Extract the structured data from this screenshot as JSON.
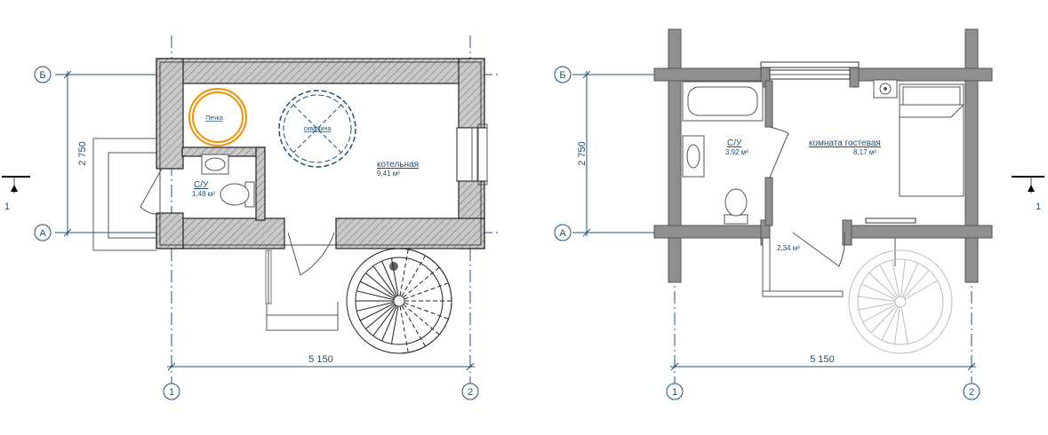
{
  "plans": [
    {
      "axes": {
        "top_letter": "Б",
        "bottom_letter": "А",
        "left_number": "1",
        "right_number": "2"
      },
      "dim_horizontal": "5 150",
      "dim_vertical": "2 750",
      "section_label": "1",
      "rooms": [
        {
          "name": "котельная",
          "area": "9,41 м²"
        },
        {
          "name": "С/У",
          "area": "1,48 м²"
        }
      ],
      "equipment": {
        "stove": "Печка",
        "tank": "скважина"
      }
    },
    {
      "axes": {
        "top_letter": "Б",
        "bottom_letter": "А",
        "left_number": "1",
        "right_number": "2"
      },
      "dim_horizontal": "5 150",
      "dim_vertical": "2 750",
      "section_label": "1",
      "rooms": [
        {
          "name": "С/У",
          "area": "3,92 м²"
        },
        {
          "name": "комната гостевая",
          "area": "8,17 м²"
        },
        {
          "name": "",
          "area": "2,34 м²"
        }
      ]
    }
  ],
  "colors": {
    "axis": "#1f4e79",
    "stove": "#f39200",
    "wall_log": "#8f8f8f"
  }
}
